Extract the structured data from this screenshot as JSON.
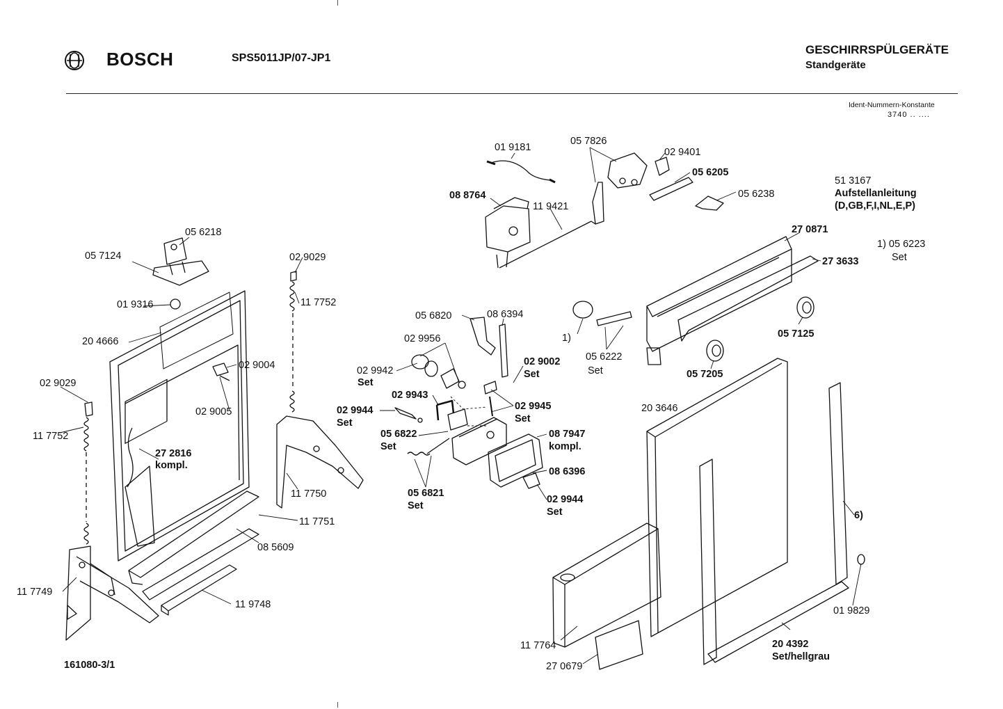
{
  "header": {
    "brand": "BOSCH",
    "model": "SPS5011JP/07-JP1",
    "category": "GESCHIRRSPÜLGERÄTE",
    "subcategory": "Standgeräte",
    "ident_label": "Ident-Nummern-Konstante",
    "ident_value": "3740 .. ...."
  },
  "drawing_number": "161080-3/1",
  "labels": {
    "l01": "05 6218",
    "l02": "05 7124",
    "l03": "01 9316",
    "l04": "20 4666",
    "l05": "02 9029",
    "l06": "11 7752",
    "l07": "27 2816",
    "l08": "kompl.",
    "l09": "02 9004",
    "l10": "02 9005",
    "l11": "02 9029",
    "l12": "11 7752",
    "l13": "11 7750",
    "l14": "11 7751",
    "l15": "08 5609",
    "l16": "11 7749",
    "l17": "11 9748",
    "l18": "01 9181",
    "l19": "05 7826",
    "l20": "02 9401",
    "l21": "05 6205",
    "l22": "05 6238",
    "l23": "08 8764",
    "l24": "11 9421",
    "l25": "51 3167",
    "l26": "Aufstellanleitung",
    "l27": "(D,GB,F,I,NL,E,P)",
    "l28": "27 0871",
    "l29": "1) 05 6223",
    "l30": "Set",
    "l31": "27 3633",
    "l32": "05 6820",
    "l33": "08 6394",
    "l34": "02 9956",
    "l35": "02 9942",
    "l36": "Set",
    "l37": "02 9002",
    "l38": "Set",
    "l39": "02 9943",
    "l40": "02 9945",
    "l41": "Set",
    "l42": "02 9944",
    "l43": "Set",
    "l44": "05 6822",
    "l45": "Set",
    "l46": "08 7947",
    "l47": "kompl.",
    "l48": "08 6396",
    "l49": "05 6821",
    "l50": "Set",
    "l51": "02 9944",
    "l52": "Set",
    "l53": "1)",
    "l54": "05 6222",
    "l55": "Set",
    "l56": "05 7125",
    "l57": "05 7205",
    "l58": "20 3646",
    "l59": "6)",
    "l60": "01 9829",
    "l61": "11 7764",
    "l62": "27 0679",
    "l63": "20 4392",
    "l64": "Set/hellgrau"
  },
  "colors": {
    "ink": "#111111",
    "paper": "#ffffff",
    "part_fill": "#f2f2f2"
  },
  "icons": [
    "bosch-armature-icon"
  ]
}
